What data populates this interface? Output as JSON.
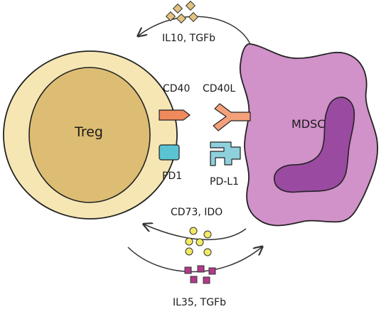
{
  "labels": {
    "treg": "Treg",
    "mdsc": "MDSC",
    "cd40": "CD40",
    "cd40l": "CD40L",
    "pd1": "PD1",
    "pdl1": "PD-L1",
    "il10_tgfb": "IL10, TGFb",
    "cd73_ido": "CD73, IDO",
    "il35_tgfb": "IL35, TGFb"
  },
  "colors": {
    "treg_outer": "#f6e6b4",
    "treg_nucleus": "#dcbd73",
    "mdsc_body": "#d191c9",
    "mdsc_nucleus": "#9b4aa2",
    "cd40": "#f08a5d",
    "cd40l": "#f4a07a",
    "pd1": "#5bc3d1",
    "pdl1": "#8fd0dd",
    "il10_molecules": "#e2c27f",
    "cd73_molecules": "#f2ea64",
    "il35_molecules": "#b23a8a",
    "outline": "#222222"
  },
  "icons": {
    "il10_cluster": "diamond-molecules",
    "cd73_cluster": "circle-molecules",
    "il35_cluster": "square-molecules",
    "arrows": "curved-arrow"
  }
}
